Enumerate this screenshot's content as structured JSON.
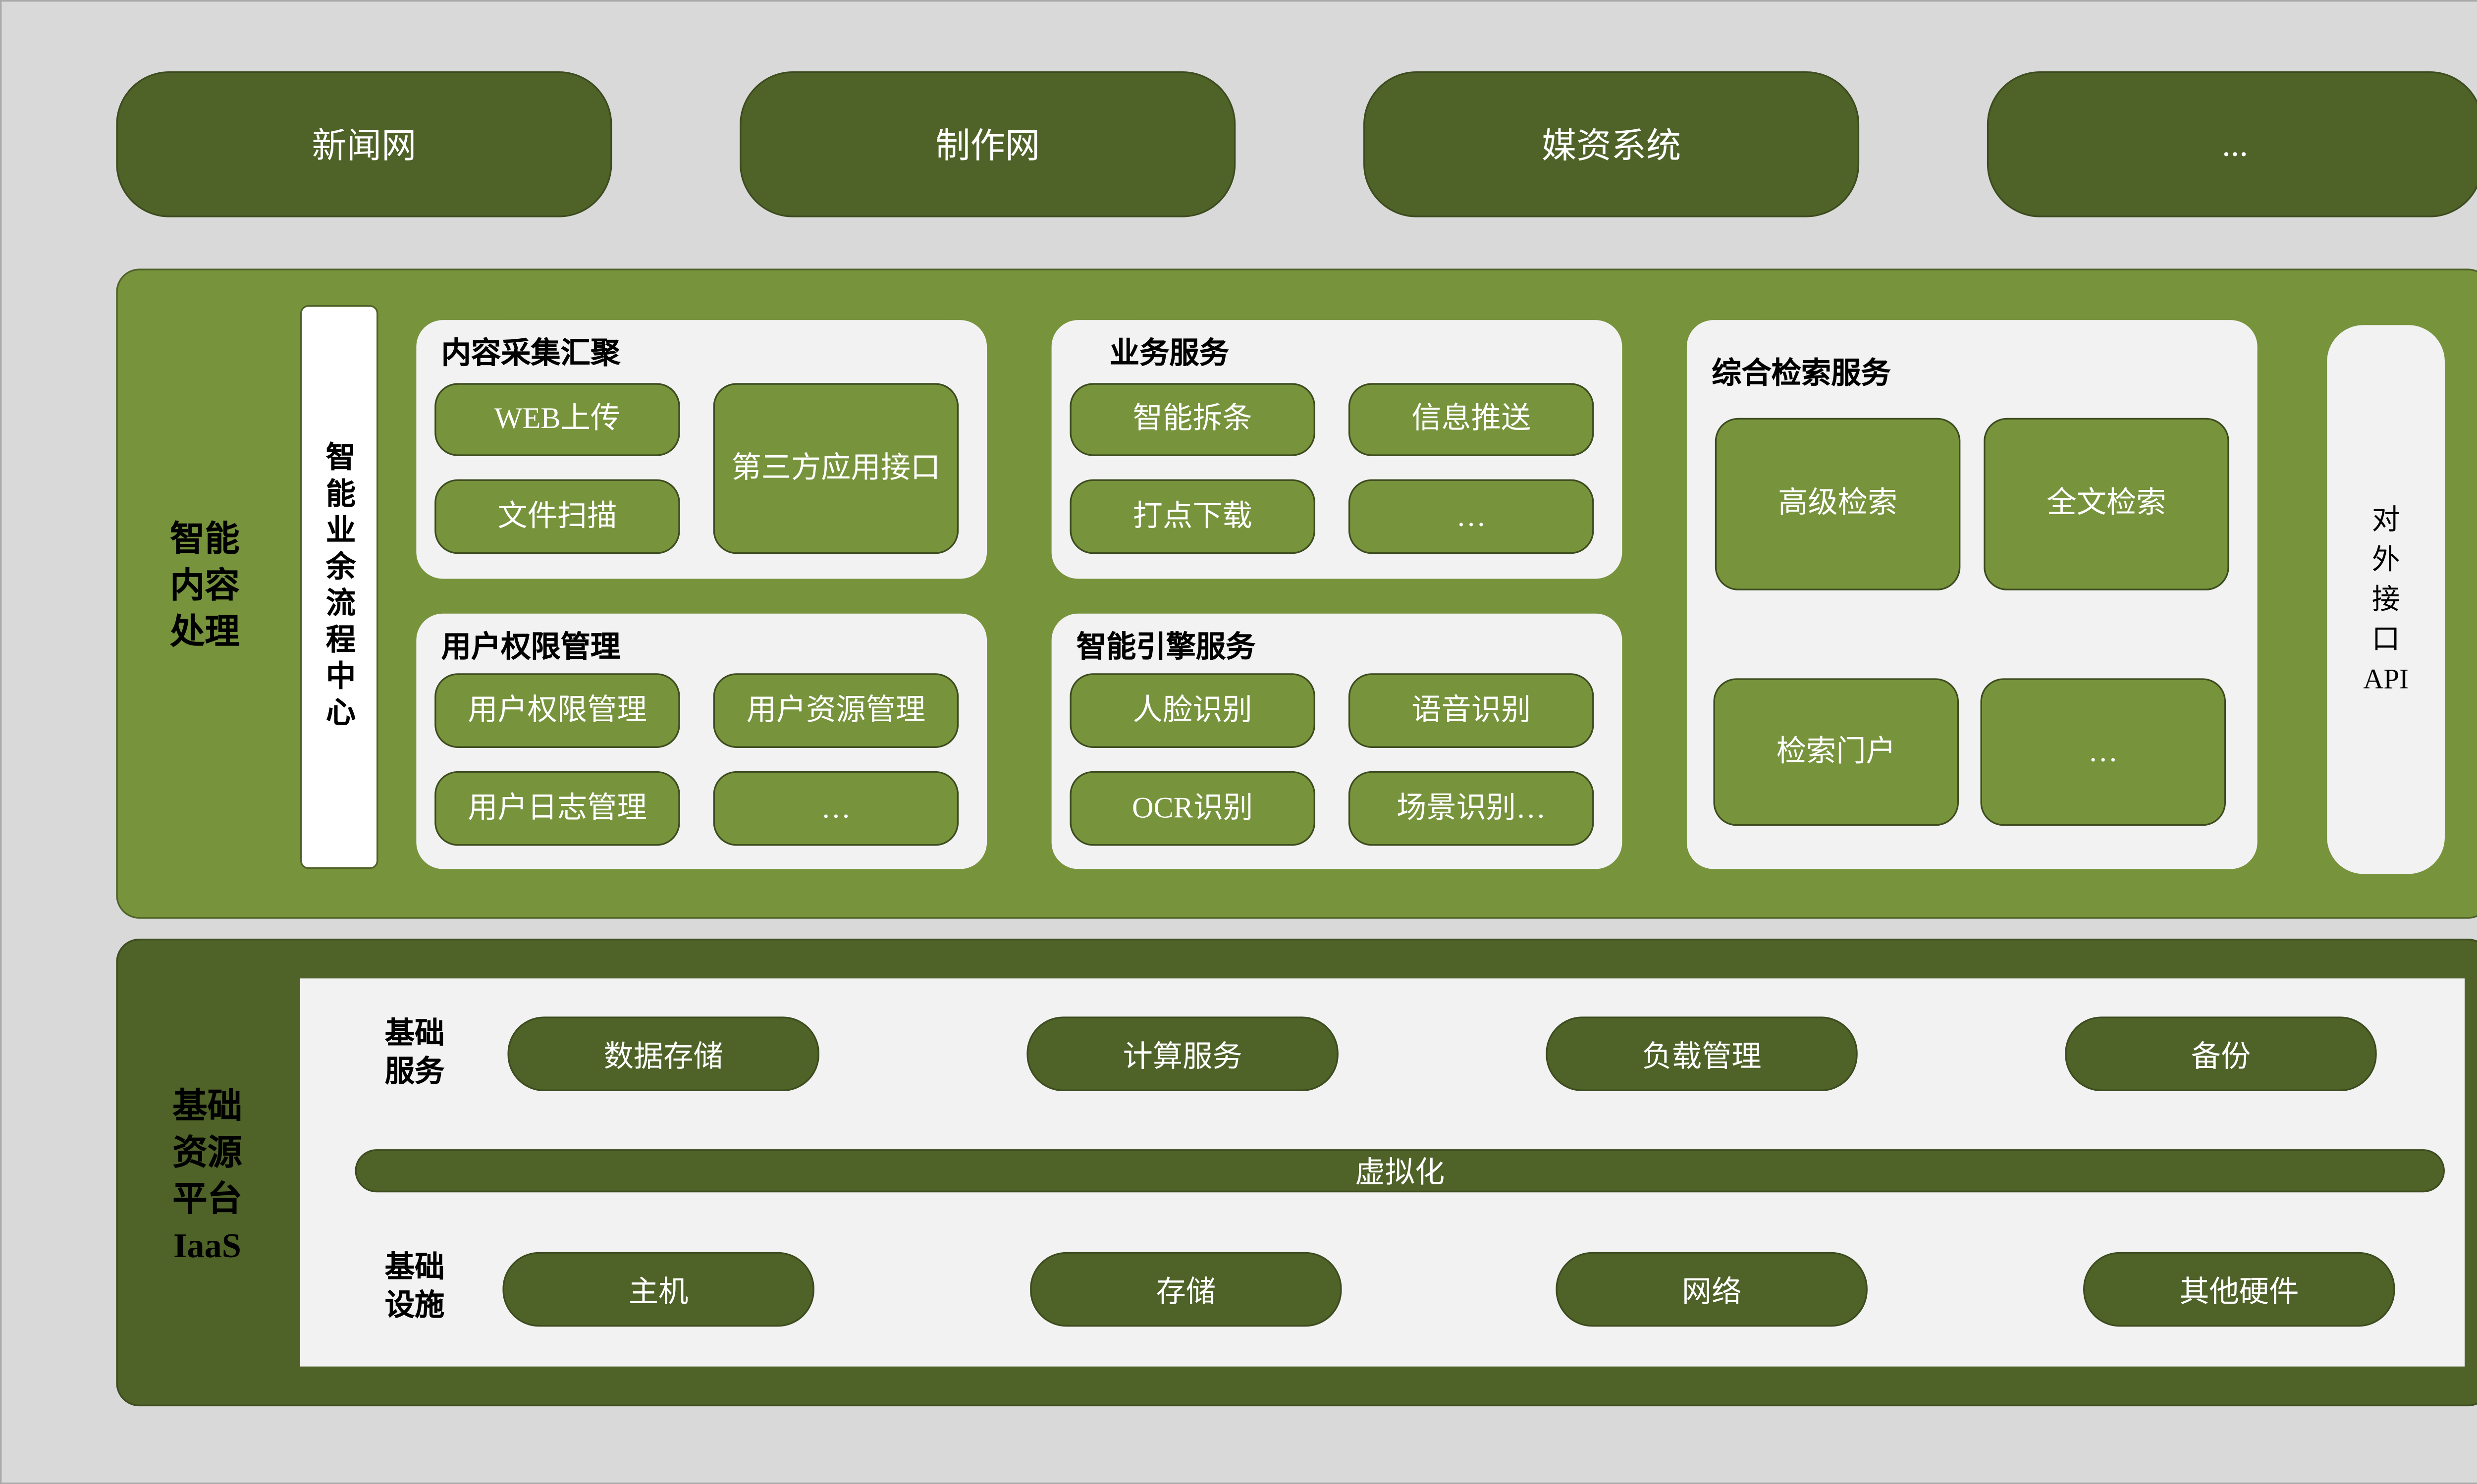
{
  "top_systems": [
    "新闻网",
    "制作网",
    "媒资系统",
    "..."
  ],
  "middle": {
    "label": [
      "智能",
      "内容",
      "处理"
    ],
    "workflow_center": "智能业余流程中心",
    "groups": {
      "collection": {
        "title": "内容采集汇聚",
        "items": [
          "WEB上传",
          "文件扫描",
          "第三方应用接口"
        ]
      },
      "business": {
        "title": "业务服务",
        "items": [
          "智能拆条",
          "信息推送",
          "打点下载",
          "…"
        ]
      },
      "user": {
        "title": "用户权限管理",
        "items": [
          "用户权限管理",
          "用户资源管理",
          "用户日志管理",
          "…"
        ]
      },
      "engine": {
        "title": "智能引擎服务",
        "items": [
          "人脸识别",
          "语音识别",
          "OCR识别",
          "场景识别…"
        ]
      },
      "search": {
        "title": "综合检索服务",
        "items": [
          "高级检索",
          "全文检索",
          "检索门户",
          "…"
        ]
      }
    },
    "api": [
      "对",
      "外",
      "接",
      "口",
      "API"
    ]
  },
  "bottom": {
    "label": [
      "基础",
      "资源",
      "平台",
      "IaaS"
    ],
    "services_label": [
      "基础",
      "服务"
    ],
    "services": [
      "数据存储",
      "计算服务",
      "负载管理",
      "备份"
    ],
    "virtualization": "虚拟化",
    "infra_label": [
      "基础",
      "设施"
    ],
    "infra": [
      "主机",
      "存储",
      "网络",
      "其他硬件"
    ]
  }
}
